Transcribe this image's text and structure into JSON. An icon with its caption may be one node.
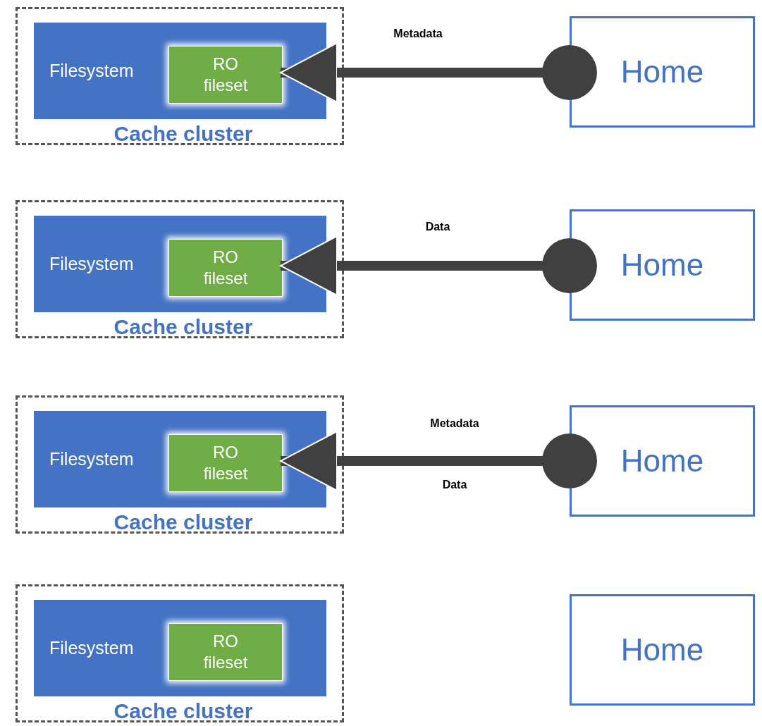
{
  "diagram": {
    "nodes": [
      {
        "text": [
          "Cache cluster"
        ]
      },
      {
        "text": [
          "Filesystem"
        ],
        "in": 0
      },
      {
        "text": [
          "RO fileset"
        ],
        "in": 1
      },
      {
        "text": [
          "Home"
        ]
      },
      {
        "text": [
          "Cache cluster"
        ]
      },
      {
        "text": [
          "Filesystem"
        ],
        "in": 4
      },
      {
        "text": [
          "RO fileset"
        ],
        "in": 5
      },
      {
        "text": [
          "Home"
        ]
      },
      {
        "text": [
          "Cache cluster"
        ]
      },
      {
        "text": [
          "Filesystem"
        ],
        "in": 8
      },
      {
        "text": [
          "RO fileset"
        ],
        "in": 9
      },
      {
        "text": [
          "Home"
        ]
      },
      {
        "text": [
          "Cache cluster"
        ]
      },
      {
        "text": [
          "Filesystem"
        ],
        "in": 12
      },
      {
        "text": [
          "RO fileset"
        ],
        "in": 13
      },
      {
        "text": [
          "Home"
        ]
      }
    ],
    "edges": [
      {
        "from": 3,
        "to": 2,
        "arrow": "to",
        "label": "Metadata"
      },
      {
        "from": 7,
        "to": 6,
        "arrow": "to",
        "label": "Data"
      },
      {
        "from": 11,
        "to": 10,
        "arrow": "to",
        "label": "Metadata"
      }
    ],
    "labels": [
      "Data"
    ]
  }
}
